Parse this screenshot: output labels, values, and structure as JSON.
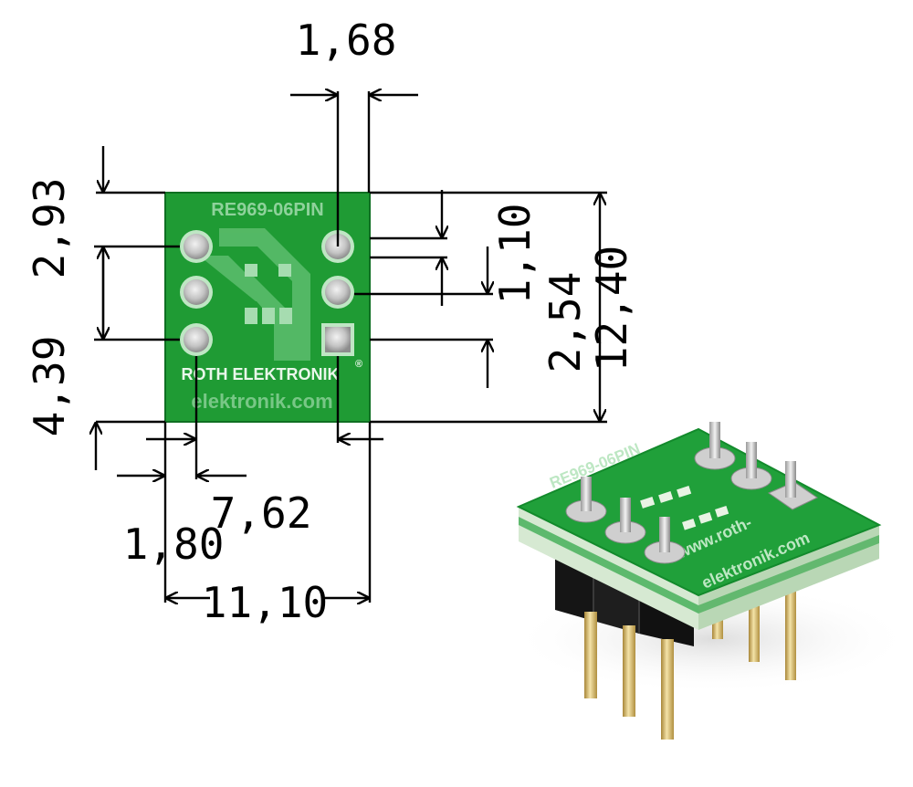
{
  "board": {
    "part_number": "RE969-06PIN",
    "brand": "ROTH ELEKTRONIK",
    "registered_mark": "®",
    "website": "elektronik.com"
  },
  "dimensions": {
    "pad_width": "1,68",
    "top_to_pin1": "2,93",
    "pin_pitch_right": "1,10",
    "pin_pitch_left": "2,54",
    "height_total": "12,40",
    "bottom_to_pin": "4,39",
    "row_spacing": "7,62",
    "left_margin": "1,80",
    "width_total": "11,10"
  },
  "photo": {
    "part_number": "RE969-06PIN",
    "website_line1": "www.roth-",
    "website_line2": "elektronik.com"
  },
  "colors": {
    "pcb_green": "#1e9a33",
    "pcb_dark": "#157a27",
    "silk": "#9bd6a4",
    "pad": "#c9c9c9",
    "pin_gold": "#d9b968",
    "header_black": "#1a1a1a"
  }
}
